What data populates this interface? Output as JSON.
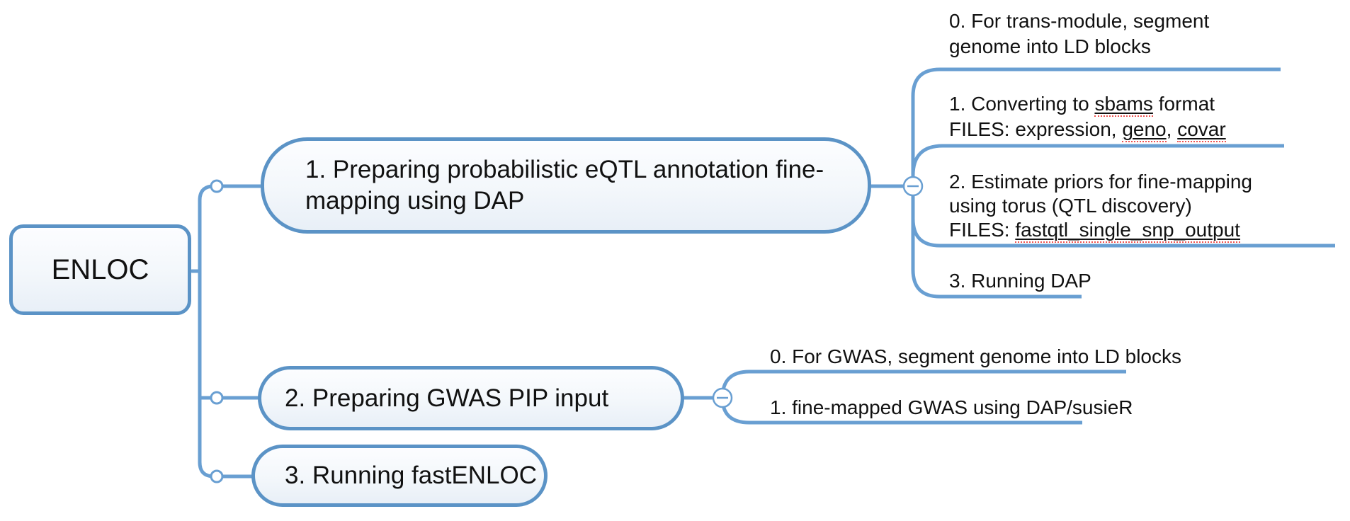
{
  "app": {
    "type": "mind-map",
    "colors": {
      "node_border": "#5b93c6",
      "connector": "#699fd2",
      "node_fill_top": "#fcfdff",
      "node_fill_bottom": "#e8eff7",
      "spellcheck_underline": "#ef5350",
      "text": "#111111"
    },
    "icons": {
      "collapse_toggle": "minus-circle",
      "branch_junction": "open-circle"
    }
  },
  "root": {
    "label": "ENLOC"
  },
  "branches": [
    {
      "label": "1. Preparing probabilistic eQTL annotation fine-mapping using DAP",
      "collapse_icon": "minus-icon",
      "children": [
        {
          "lines": [
            {
              "segments": [
                {
                  "text": "0. For trans-module, segment"
                }
              ]
            },
            {
              "segments": [
                {
                  "text": "genome into LD blocks"
                }
              ]
            }
          ]
        },
        {
          "lines": [
            {
              "segments": [
                {
                  "text": "1. Converting to "
                },
                {
                  "text": "sbams",
                  "misspelled": true
                },
                {
                  "text": " format"
                }
              ]
            },
            {
              "segments": [
                {
                  "text": "FILES: expression, "
                },
                {
                  "text": "geno",
                  "misspelled": true
                },
                {
                  "text": ", "
                },
                {
                  "text": "covar",
                  "misspelled": true
                }
              ]
            }
          ]
        },
        {
          "lines": [
            {
              "segments": [
                {
                  "text": "2. Estimate priors for fine-mapping"
                }
              ]
            },
            {
              "segments": [
                {
                  "text": "using torus (QTL discovery)"
                }
              ]
            },
            {
              "segments": [
                {
                  "text": "FILES: "
                },
                {
                  "text": "fastqtl_single_snp_output",
                  "misspelled": true
                }
              ]
            }
          ]
        },
        {
          "lines": [
            {
              "segments": [
                {
                  "text": "3. Running DAP"
                }
              ]
            }
          ]
        }
      ]
    },
    {
      "label": "2. Preparing GWAS PIP input",
      "collapse_icon": "minus-icon",
      "children": [
        {
          "lines": [
            {
              "segments": [
                {
                  "text": "0. For GWAS, segment genome into LD blocks"
                }
              ]
            }
          ]
        },
        {
          "lines": [
            {
              "segments": [
                {
                  "text": "1. fine-mapped GWAS using DAP/susieR"
                }
              ]
            }
          ]
        }
      ]
    },
    {
      "label": "3. Running fastENLOC",
      "children": []
    }
  ]
}
